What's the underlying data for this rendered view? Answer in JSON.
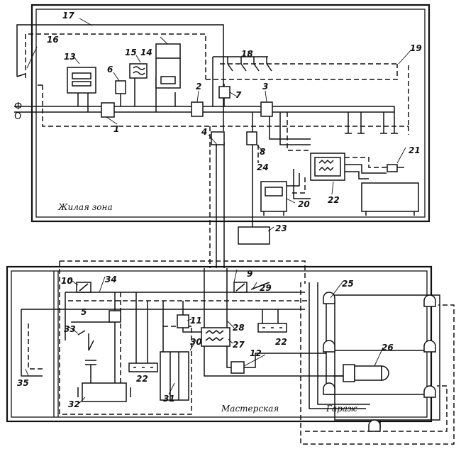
{
  "zones": {
    "living": "Жилая зона",
    "workshop": "Мастерская",
    "garage": "Гараж"
  },
  "supply": {
    "phase": "Ф",
    "neutral": "О"
  },
  "labels": {
    "l1": "1",
    "l2": "2",
    "l3": "3",
    "l4": "4",
    "l5": "5",
    "l6": "6",
    "l7": "7",
    "l8": "8",
    "l9": "9",
    "l10": "10",
    "l11": "11",
    "l12": "12",
    "l13": "13",
    "l14": "14",
    "l15": "15",
    "l16": "16",
    "l17": "17",
    "l18": "18",
    "l19": "19",
    "l20": "20",
    "l21": "21",
    "l22a": "22",
    "l22b": "22",
    "l22c": "22",
    "l23": "23",
    "l24": "24",
    "l25": "25",
    "l26": "26",
    "l27": "27",
    "l28": "28",
    "l29": "29",
    "l30": "30",
    "l31": "31",
    "l32": "32",
    "l33": "33",
    "l34": "34",
    "l35": "35"
  }
}
